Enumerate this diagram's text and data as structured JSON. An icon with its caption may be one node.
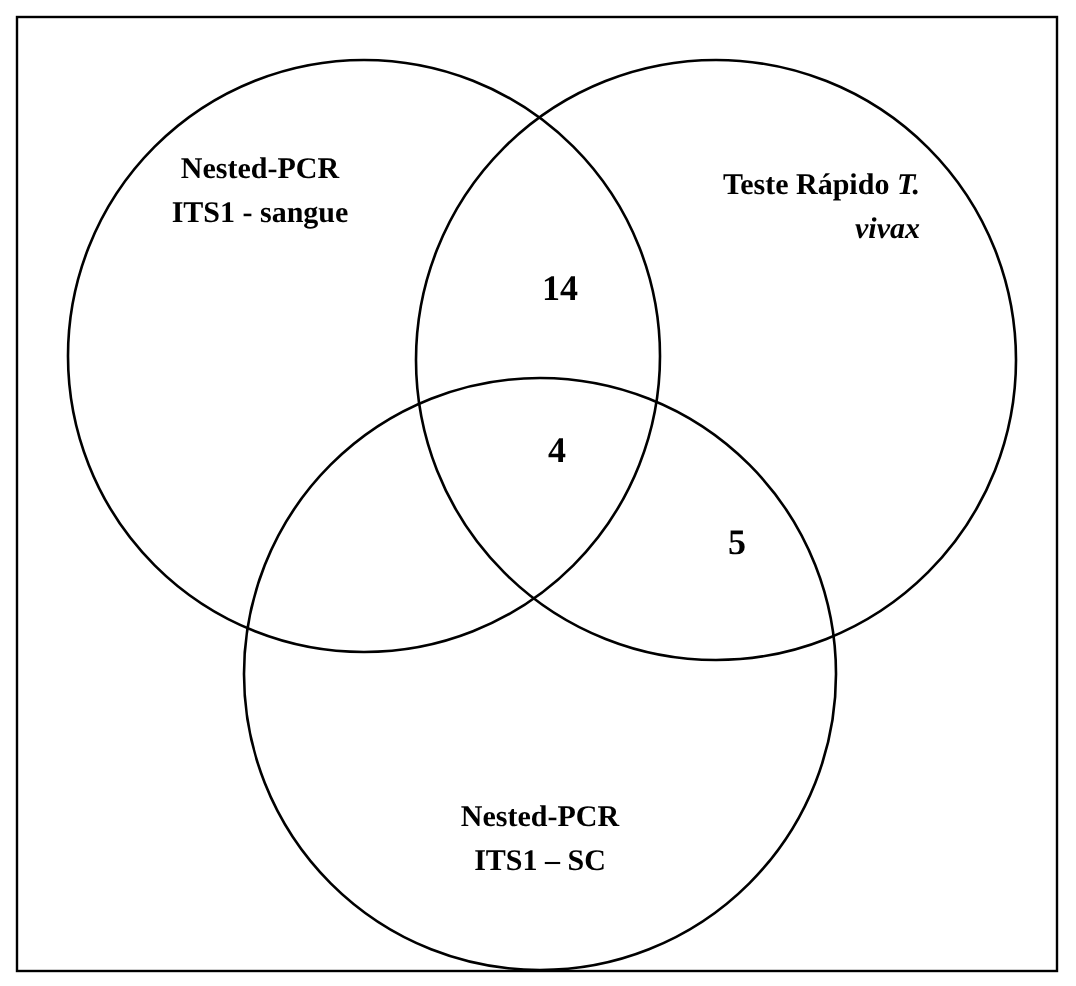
{
  "diagram": {
    "nodes": [
      {
        "text": [
          "Nested-PCR ITS1 - sangue"
        ]
      },
      {
        "text": [
          "Teste Rápido *T. vivax*"
        ]
      },
      {
        "text": [
          "Nested-PCR ITS1 – SC"
        ]
      }
    ],
    "labels": [
      "14",
      "4",
      "5"
    ]
  }
}
